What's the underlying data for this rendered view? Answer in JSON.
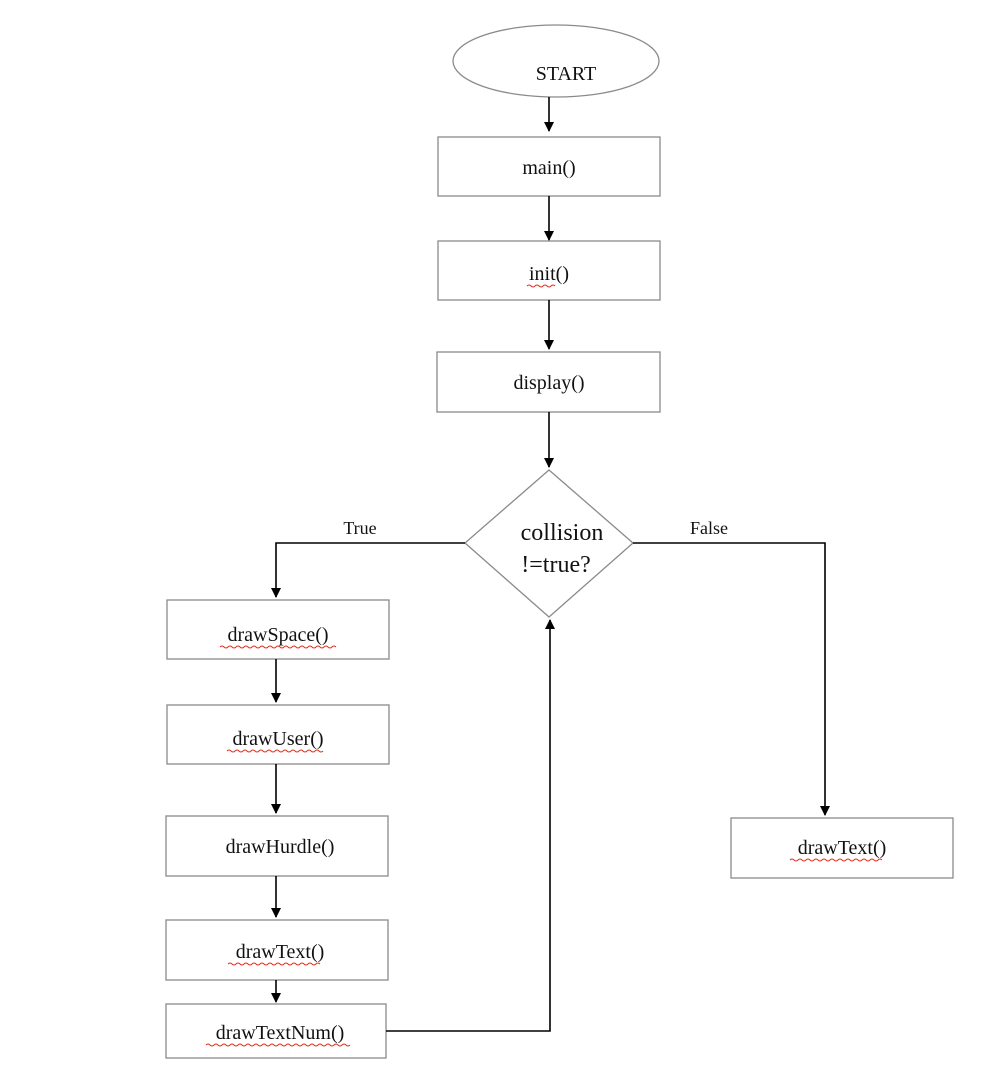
{
  "diagram": {
    "start": "START",
    "main": "main()",
    "init": "init()",
    "display": "display()",
    "decision_line1": "collision",
    "decision_line2": "!=true?",
    "true_label": "True",
    "false_label": "False",
    "draw_space": "drawSpace()",
    "draw_user": "drawUser()",
    "draw_hurdle": "drawHurdle()",
    "draw_text_true": "drawText()",
    "draw_text_num": "drawTextNum()",
    "draw_text_false": "drawText()"
  },
  "colors": {
    "stroke": "#000000",
    "box_border": "#8a8a8a",
    "spellcheck": "#e0301e"
  }
}
